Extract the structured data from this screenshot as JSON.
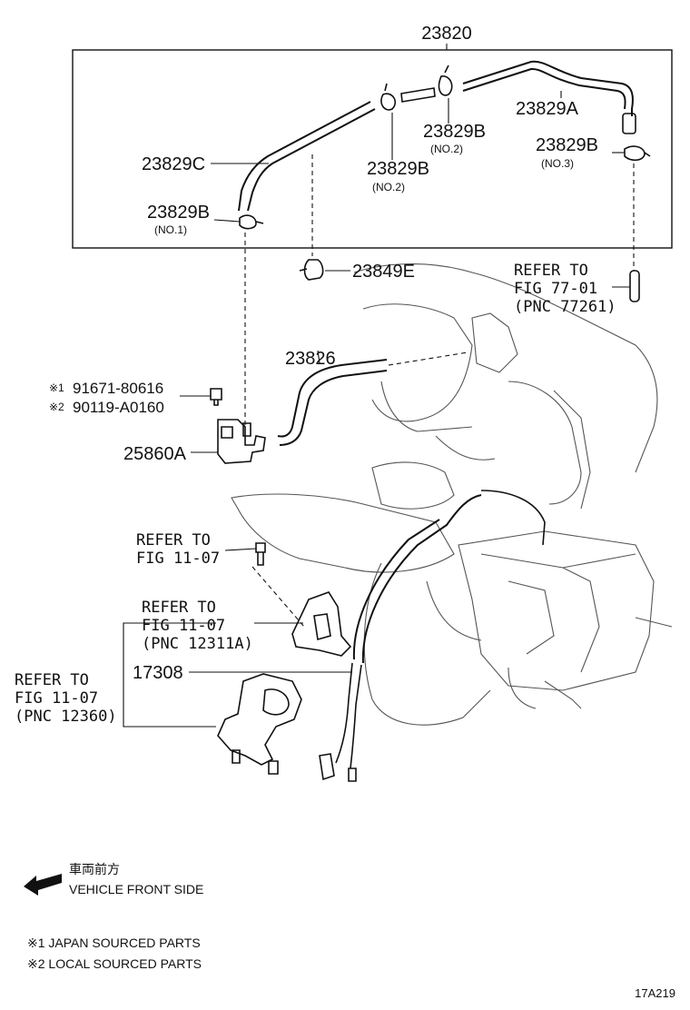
{
  "diagram": {
    "assembly_number": "23820",
    "labels": {
      "hose_a": "23829A",
      "clamp_no2_right": "23829B",
      "clamp_no2_right_sub": "(NO.2)",
      "clamp_no3": "23829B",
      "clamp_no3_sub": "(NO.3)",
      "hose_c": "23829C",
      "clamp_no2_mid": "23829B",
      "clamp_no2_mid_sub": "(NO.2)",
      "clamp_no1": "23829B",
      "clamp_no1_sub": "(NO.1)",
      "clip": "23849E",
      "hose_23826": "23826",
      "bolt_1": "91671-80616",
      "bolt_1_mark": "※1",
      "bolt_2": "90119-A0160",
      "bolt_2_mark": "※2",
      "valve": "25860A",
      "bracket": "17308"
    },
    "refers": {
      "fig77_line1": "REFER TO",
      "fig77_line2": "FIG 77-01",
      "fig77_line3": "(PNC 77261)",
      "fig11a_line1": "REFER TO",
      "fig11a_line2": "FIG 11-07",
      "fig11b_line1": "REFER TO",
      "fig11b_line2": "FIG 11-07",
      "fig11b_line3": "(PNC 12311A)",
      "fig11c_line1": "REFER TO",
      "fig11c_line2": "FIG 11-07",
      "fig11c_line3": "(PNC 12360)"
    },
    "legend": {
      "front_jp": "車両前方",
      "front_en": "VEHICLE FRONT SIDE",
      "note1": "※1 JAPAN SOURCED PARTS",
      "note2": "※2 LOCAL SOURCED PARTS"
    },
    "figure_code": "17A219"
  }
}
